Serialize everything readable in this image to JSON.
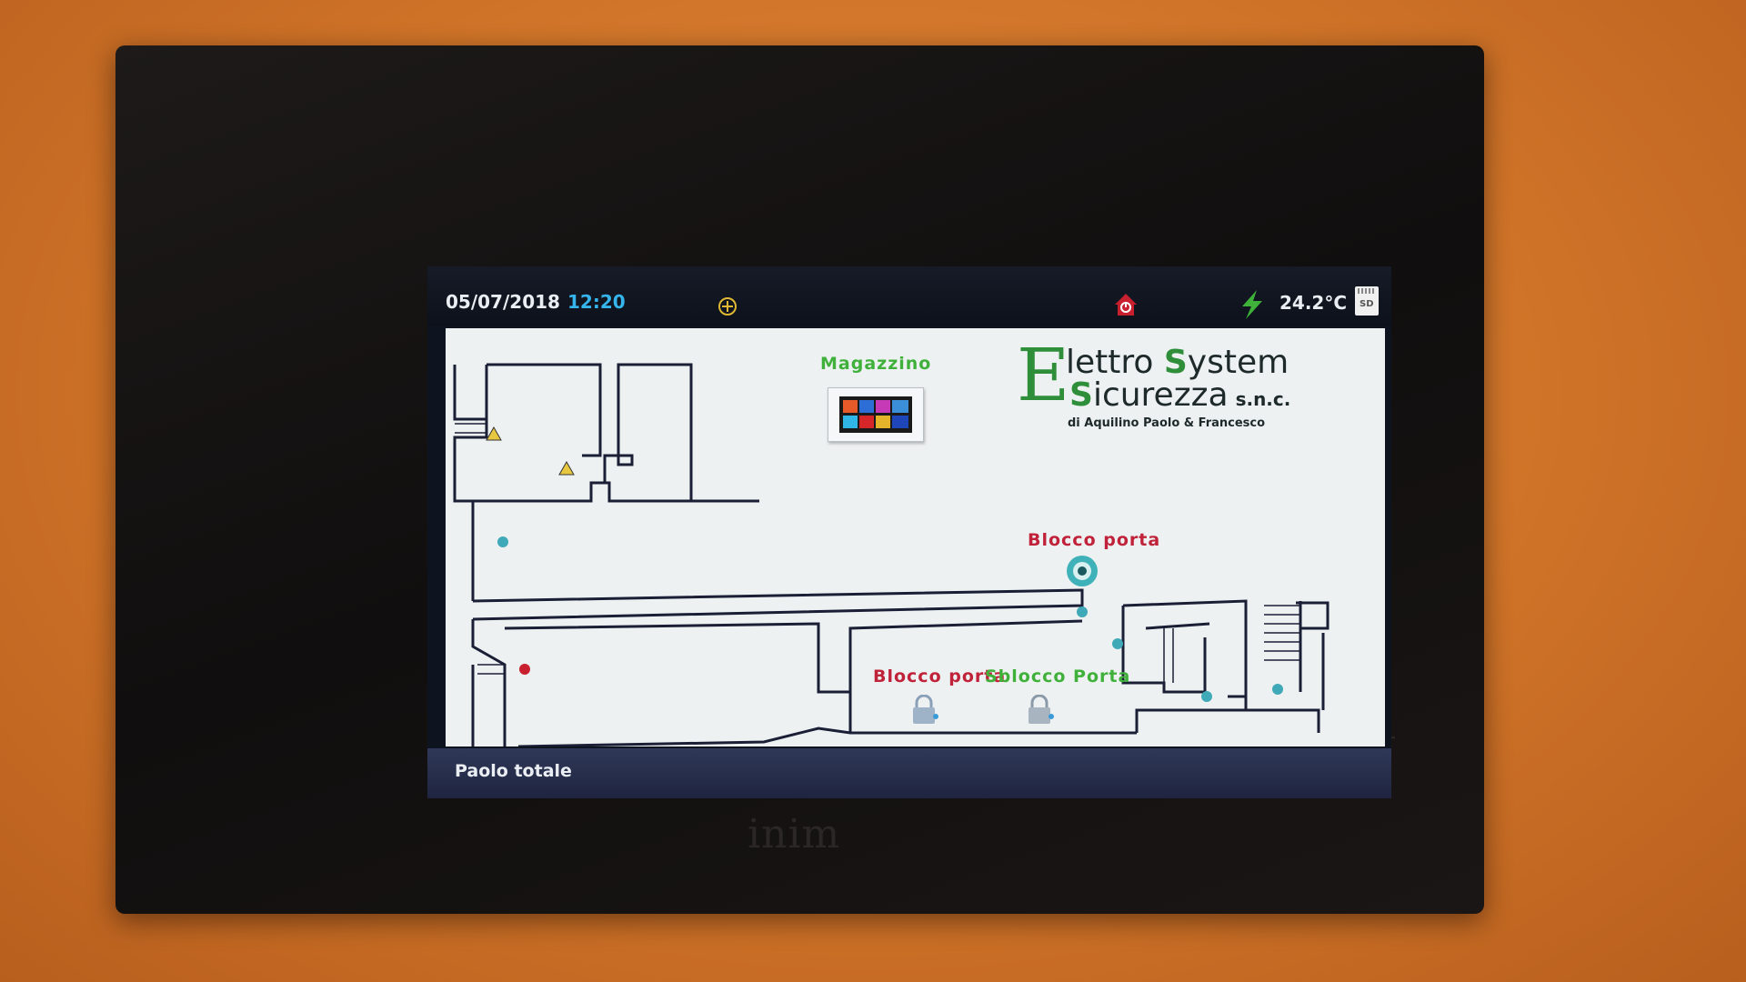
{
  "status": {
    "date": "05/07/2018",
    "time": "12:20",
    "temperature": "24.2°C",
    "sd_label": "SD",
    "icons": [
      "sun-clock-icon",
      "alarm-house-icon",
      "power-bolt-icon",
      "sd-card-icon"
    ]
  },
  "map": {
    "zone_label": "Magazzino",
    "logo": {
      "first_letter": "E",
      "line1_s": "S",
      "line1_a": "lettro ",
      "line1_b": "ystem",
      "line2_s": "S",
      "line2_a": "icurezza",
      "line2_suffix": "s.n.c.",
      "subtitle": "di Aquilino Paolo & Francesco"
    },
    "labels": {
      "blocco_porta_top": "Blocco porta",
      "blocco_porta_bottom": "Blocco porta",
      "sblocco_porta": "Sblocco Porta"
    }
  },
  "footer": {
    "user": "Paolo totale"
  },
  "bezel": {
    "brand": "inim"
  },
  "colors": {
    "accent_time": "#36b4ec",
    "label_green": "#3fb13a",
    "label_red": "#c0223a"
  }
}
